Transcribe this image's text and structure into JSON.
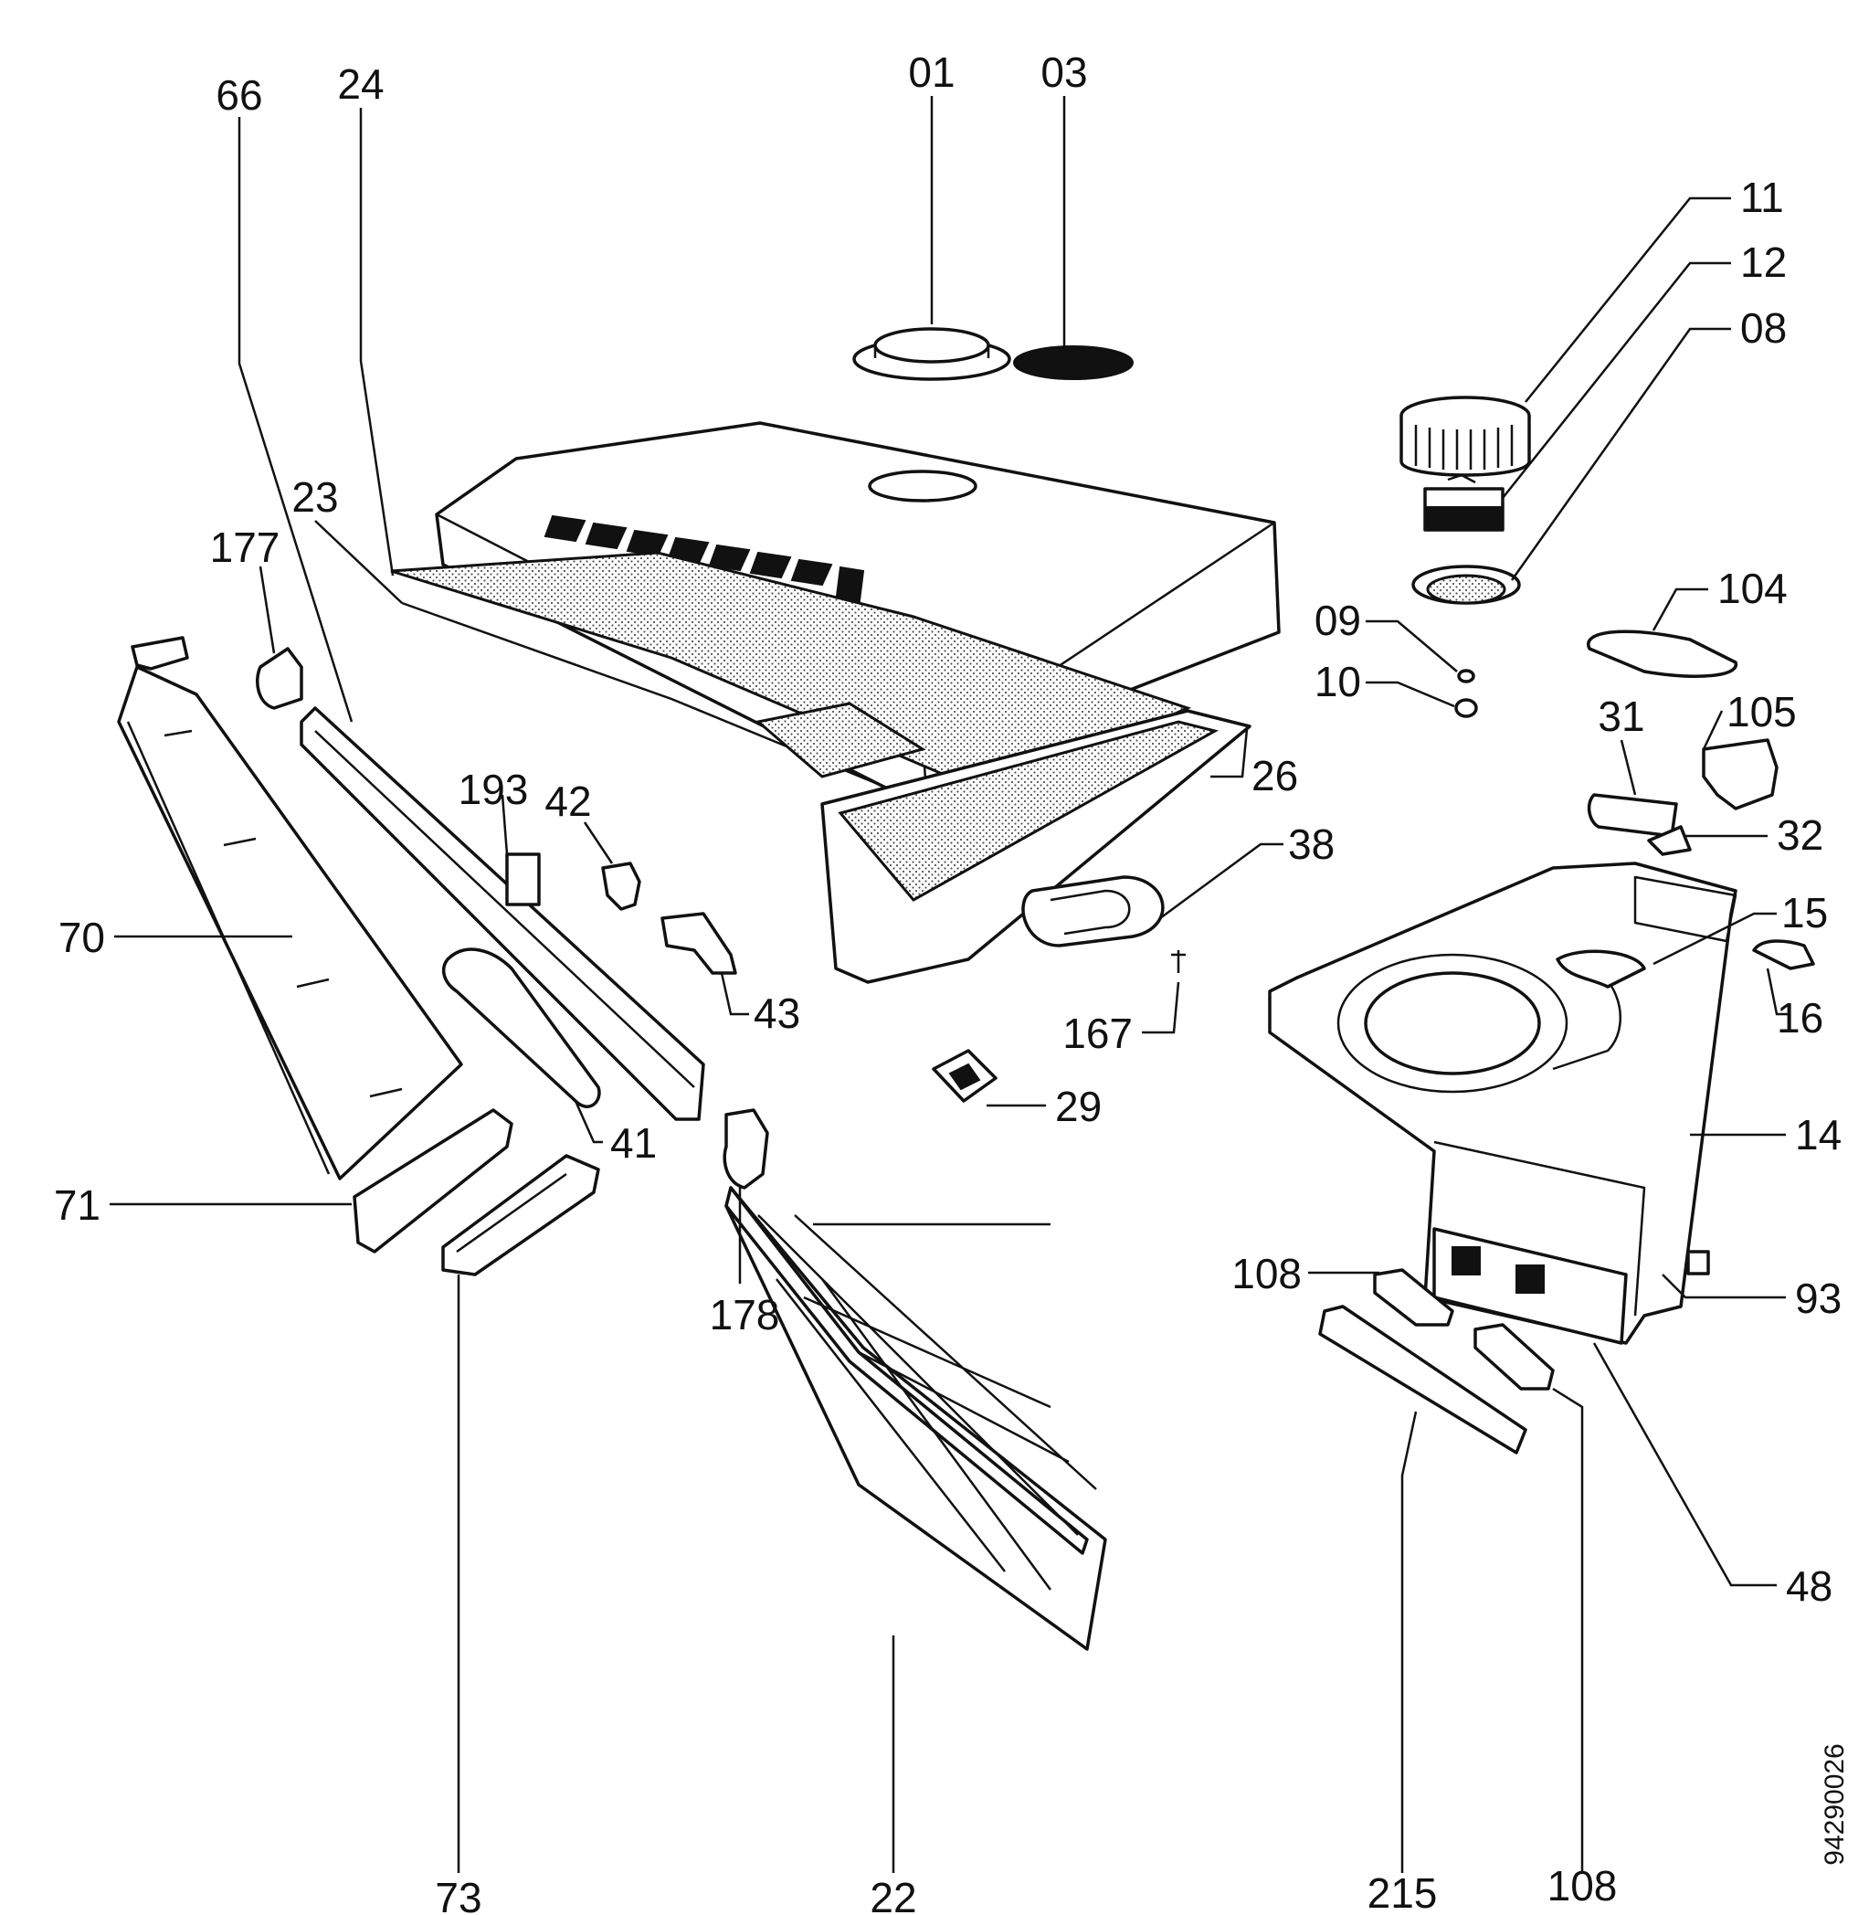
{
  "diagram": {
    "labels": [
      {
        "id": "01",
        "text": "01"
      },
      {
        "id": "03",
        "text": "03"
      },
      {
        "id": "66",
        "text": "66"
      },
      {
        "id": "24",
        "text": "24"
      },
      {
        "id": "23",
        "text": "23"
      },
      {
        "id": "177",
        "text": "177"
      },
      {
        "id": "11",
        "text": "11"
      },
      {
        "id": "12",
        "text": "12"
      },
      {
        "id": "08",
        "text": "08"
      },
      {
        "id": "09",
        "text": "09"
      },
      {
        "id": "10",
        "text": "10"
      },
      {
        "id": "104",
        "text": "104"
      },
      {
        "id": "31",
        "text": "31"
      },
      {
        "id": "105",
        "text": "105"
      },
      {
        "id": "32",
        "text": "32"
      },
      {
        "id": "26",
        "text": "26"
      },
      {
        "id": "38",
        "text": "38"
      },
      {
        "id": "15",
        "text": "15"
      },
      {
        "id": "16",
        "text": "16"
      },
      {
        "id": "193",
        "text": "193"
      },
      {
        "id": "42",
        "text": "42"
      },
      {
        "id": "43",
        "text": "43"
      },
      {
        "id": "70",
        "text": "70"
      },
      {
        "id": "167",
        "text": "167"
      },
      {
        "id": "29",
        "text": "29"
      },
      {
        "id": "14",
        "text": "14"
      },
      {
        "id": "41",
        "text": "41"
      },
      {
        "id": "71",
        "text": "71"
      },
      {
        "id": "178",
        "text": "178"
      },
      {
        "id": "108a",
        "text": "108"
      },
      {
        "id": "93",
        "text": "93"
      },
      {
        "id": "48",
        "text": "48"
      },
      {
        "id": "73",
        "text": "73"
      },
      {
        "id": "22",
        "text": "22"
      },
      {
        "id": "215",
        "text": "215"
      },
      {
        "id": "108b",
        "text": "108"
      }
    ],
    "drawing_code": "94290026"
  }
}
